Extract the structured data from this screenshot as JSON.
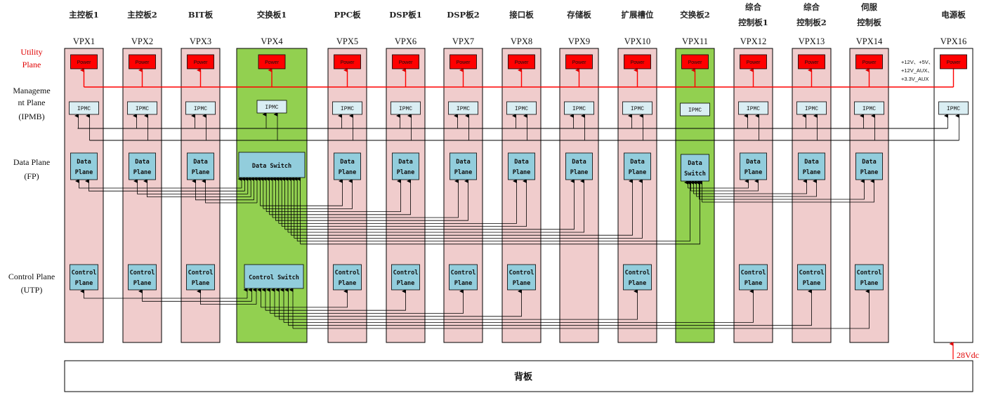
{
  "backplane_label": "背板",
  "planes": {
    "utility": [
      "Utility",
      "Plane"
    ],
    "management": [
      "Manageme",
      "nt Plane",
      "(IPMB)"
    ],
    "data": [
      "Data Plane",
      "(FP)"
    ],
    "control": [
      "Control Plane",
      "(UTP)"
    ]
  },
  "boards": [
    {
      "name": [
        "主控板1"
      ],
      "slot": "VPX1",
      "green": false,
      "has_power": true,
      "has_ipmc": true,
      "dp": "Data Plane",
      "cp": "Control Plane"
    },
    {
      "name": [
        "主控板2"
      ],
      "slot": "VPX2",
      "green": false,
      "has_power": true,
      "has_ipmc": true,
      "dp": "Data Plane",
      "cp": "Control Plane"
    },
    {
      "name": [
        "BIT板"
      ],
      "slot": "VPX3",
      "green": false,
      "has_power": true,
      "has_ipmc": true,
      "dp": "Data Plane",
      "cp": "Control Plane"
    },
    {
      "name": [
        "交换板1"
      ],
      "slot": "VPX4",
      "green": true,
      "has_power": true,
      "has_ipmc": true,
      "dp": "Data Switch",
      "cp": "Control Switch"
    },
    {
      "name": [
        "PPC板"
      ],
      "slot": "VPX5",
      "green": false,
      "has_power": true,
      "has_ipmc": true,
      "dp": "Data Plane",
      "cp": "Control Plane"
    },
    {
      "name": [
        "DSP板1"
      ],
      "slot": "VPX6",
      "green": false,
      "has_power": true,
      "has_ipmc": true,
      "dp": "Data Plane",
      "cp": "Control Plane"
    },
    {
      "name": [
        "DSP板2"
      ],
      "slot": "VPX7",
      "green": false,
      "has_power": true,
      "has_ipmc": true,
      "dp": "Data Plane",
      "cp": "Control Plane"
    },
    {
      "name": [
        "接口板"
      ],
      "slot": "VPX8",
      "green": false,
      "has_power": true,
      "has_ipmc": true,
      "dp": "Data Plane",
      "cp": "Control Plane"
    },
    {
      "name": [
        "存储板"
      ],
      "slot": "VPX9",
      "green": false,
      "has_power": true,
      "has_ipmc": true,
      "dp": "Data Plane",
      "cp": ""
    },
    {
      "name": [
        "扩展槽位"
      ],
      "slot": "VPX10",
      "green": false,
      "has_power": true,
      "has_ipmc": true,
      "dp": "Data Plane",
      "cp": "Control Plane"
    },
    {
      "name": [
        "交换板2"
      ],
      "slot": "VPX11",
      "green": true,
      "has_power": true,
      "has_ipmc": true,
      "dp": "Data Switch",
      "cp": ""
    },
    {
      "name": [
        "综合",
        "控制板1"
      ],
      "slot": "VPX12",
      "green": false,
      "has_power": true,
      "has_ipmc": true,
      "dp": "Data Plane",
      "cp": "Control Plane"
    },
    {
      "name": [
        "综合",
        "控制板2"
      ],
      "slot": "VPX13",
      "green": false,
      "has_power": true,
      "has_ipmc": true,
      "dp": "Data Plane",
      "cp": "Control Plane"
    },
    {
      "name": [
        "伺服",
        "控制板"
      ],
      "slot": "VPX14",
      "green": false,
      "has_power": true,
      "has_ipmc": true,
      "dp": "Data Plane",
      "cp": "Control Plane"
    },
    {
      "name": [
        "电源板"
      ],
      "slot": "VPX16",
      "green": false,
      "white": true,
      "has_power": true,
      "has_ipmc": true,
      "dp": "",
      "cp": ""
    }
  ],
  "labels": {
    "power": "Power",
    "ipmc": "IPMC",
    "power_rails": [
      "+12V、+5V、",
      "+12V_AUX、",
      "+3.3V_AUX"
    ],
    "input_28v": "28Vdc"
  },
  "colors": {
    "board_pink": "#f0cccc",
    "board_green": "#92d050",
    "power_red": "#ff0000",
    "box_blue": "#92cddc",
    "ipmc_fill": "#daeef3",
    "red_line": "#ff0000"
  }
}
